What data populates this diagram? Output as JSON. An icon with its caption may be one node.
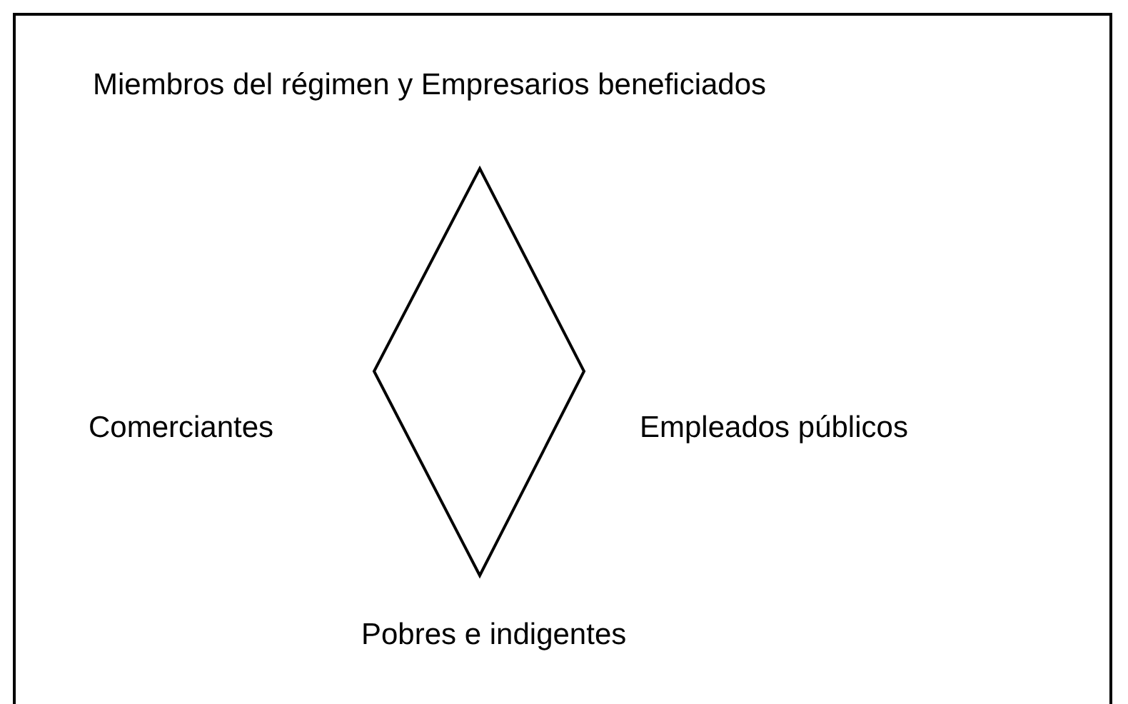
{
  "diagram": {
    "nodes": [
      {
        "text": [],
        "shape": "diamond"
      }
    ],
    "labels": [
      "Miembros del régimen y Empresarios beneficiados",
      "Comerciantes",
      "Empleados públicos",
      "Pobres e indigentes"
    ]
  }
}
